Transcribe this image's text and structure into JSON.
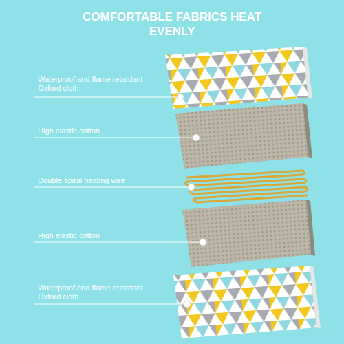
{
  "diagram": {
    "title": "COMFORTABLE FABRICS HEAT EVENLY",
    "labels": [
      "Waterproof and flame retardant Oxford cloth",
      "High elastic cotton",
      "Double spiral heating wire",
      "High elastic cotton",
      "Waterproof and flame retardant Oxford cloth"
    ]
  }
}
